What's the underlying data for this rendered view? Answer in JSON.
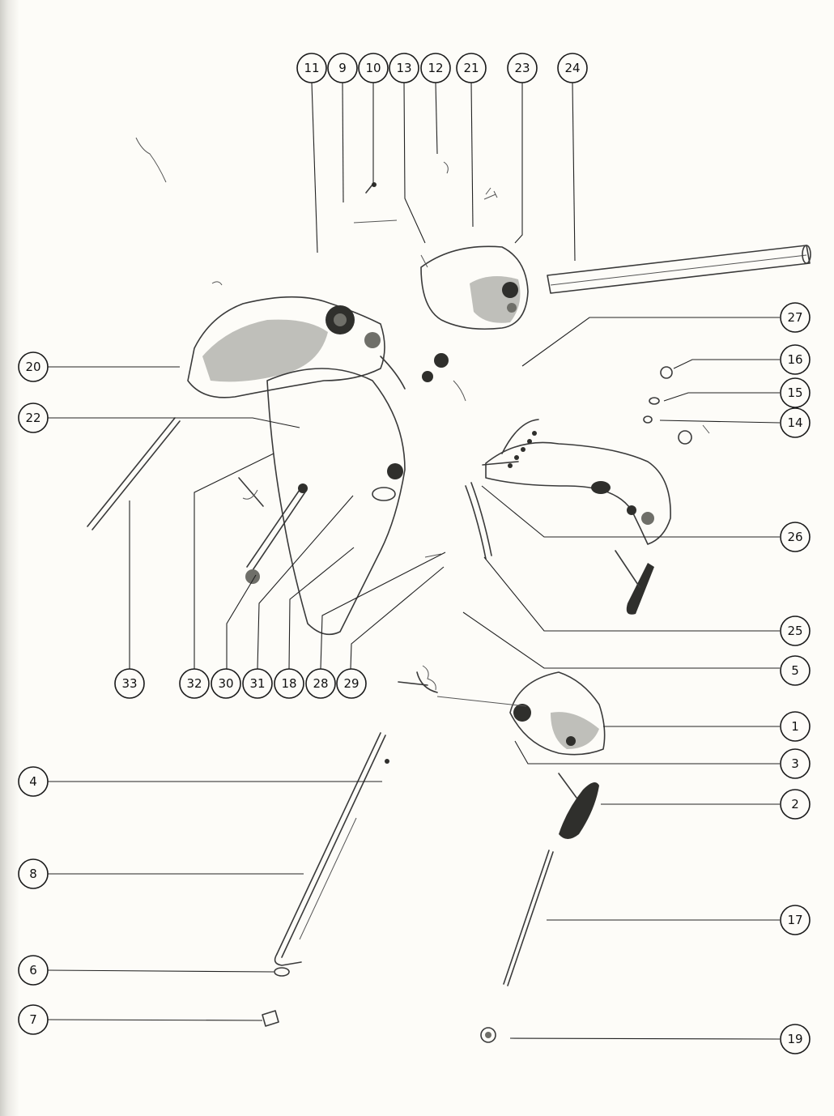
{
  "diagram": {
    "callouts": [
      {
        "id": "11",
        "label": "11"
      },
      {
        "id": "9",
        "label": "9"
      },
      {
        "id": "10",
        "label": "10"
      },
      {
        "id": "13",
        "label": "13"
      },
      {
        "id": "12",
        "label": "12"
      },
      {
        "id": "21",
        "label": "21"
      },
      {
        "id": "23",
        "label": "23"
      },
      {
        "id": "24",
        "label": "24"
      },
      {
        "id": "27",
        "label": "27"
      },
      {
        "id": "16",
        "label": "16"
      },
      {
        "id": "15",
        "label": "15"
      },
      {
        "id": "14",
        "label": "14"
      },
      {
        "id": "20",
        "label": "20"
      },
      {
        "id": "22",
        "label": "22"
      },
      {
        "id": "26",
        "label": "26"
      },
      {
        "id": "25",
        "label": "25"
      },
      {
        "id": "5",
        "label": "5"
      },
      {
        "id": "33",
        "label": "33"
      },
      {
        "id": "32",
        "label": "32"
      },
      {
        "id": "30",
        "label": "30"
      },
      {
        "id": "31",
        "label": "31"
      },
      {
        "id": "18",
        "label": "18"
      },
      {
        "id": "28",
        "label": "28"
      },
      {
        "id": "29",
        "label": "29"
      },
      {
        "id": "1",
        "label": "1"
      },
      {
        "id": "3",
        "label": "3"
      },
      {
        "id": "4",
        "label": "4"
      },
      {
        "id": "2",
        "label": "2"
      },
      {
        "id": "8",
        "label": "8"
      },
      {
        "id": "17",
        "label": "17"
      },
      {
        "id": "6",
        "label": "6"
      },
      {
        "id": "7",
        "label": "7"
      },
      {
        "id": "19",
        "label": "19"
      }
    ]
  }
}
